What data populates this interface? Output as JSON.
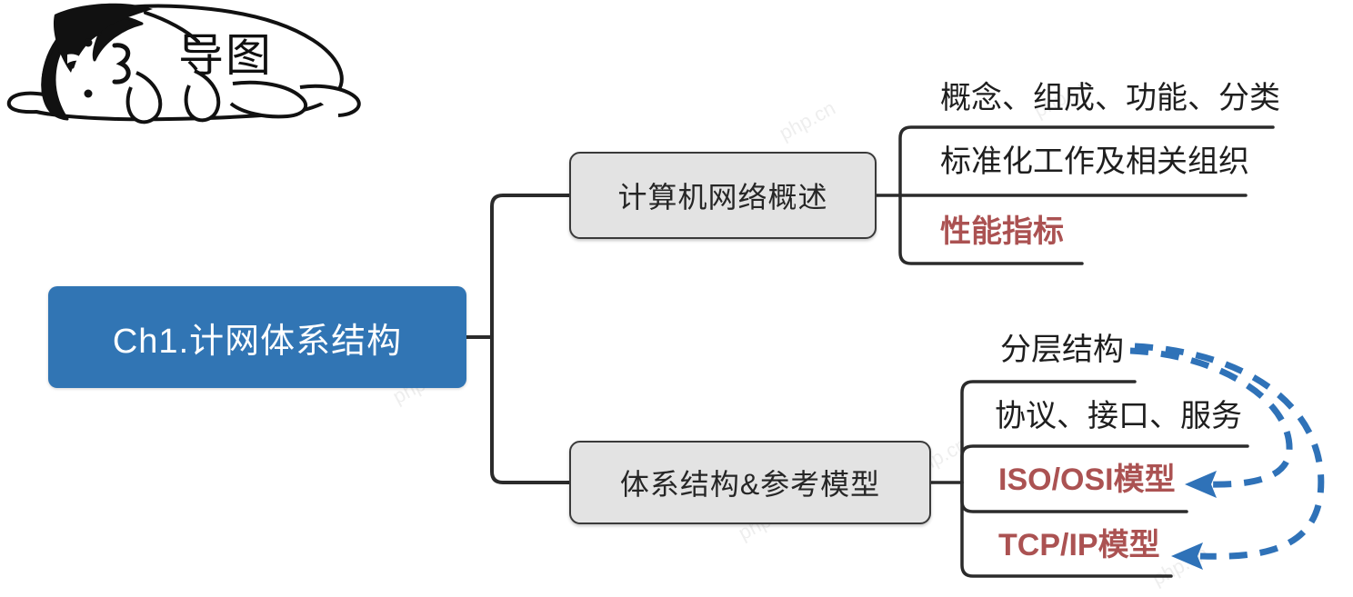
{
  "header": {
    "doodle_name": "lying-cat-doodle",
    "title": "导图"
  },
  "colors": {
    "root_fill": "#3175b4",
    "root_text": "#ffffff",
    "branch_fill": "#e3e3e3",
    "branch_stroke": "#3a3a3a",
    "leaf_text": "#1e1e1e",
    "accent_text": "#ab5252",
    "arrow_blue": "#2f72b8",
    "connector": "#2b2b2b",
    "background": "#ffffff"
  },
  "mindmap": {
    "root": {
      "label": "Ch1.计网体系结构"
    },
    "branches": [
      {
        "id": "branch-1",
        "label": "计算机网络概述",
        "leaves": [
          {
            "label": "概念、组成、功能、分类",
            "accent": false
          },
          {
            "label": "标准化工作及相关组织",
            "accent": false
          },
          {
            "label": "性能指标",
            "accent": true
          }
        ]
      },
      {
        "id": "branch-2",
        "label": "体系结构&参考模型",
        "leaves": [
          {
            "label": "分层结构",
            "accent": false
          },
          {
            "label": "协议、接口、服务",
            "accent": false
          },
          {
            "label": "ISO/OSI模型",
            "accent": true
          },
          {
            "label": "TCP/IP模型",
            "accent": true
          }
        ]
      }
    ],
    "annotations": [
      {
        "name": "arrow-layering-to-iso-osi",
        "from": "分层结构",
        "to": "ISO/OSI模型",
        "style": "dashed-curved-arrow"
      },
      {
        "name": "arrow-layering-to-tcp-ip",
        "from": "分层结构",
        "to": "TCP/IP模型",
        "style": "dashed-curved-arrow"
      }
    ]
  },
  "watermarks": [
    {
      "text": "php.cn"
    },
    {
      "text": "php.cn"
    },
    {
      "text": "php.cn"
    },
    {
      "text": "php.cn"
    },
    {
      "text": "php.cn"
    },
    {
      "text": "php.cn"
    },
    {
      "text": "php.cn"
    },
    {
      "text": "php.cn"
    }
  ]
}
